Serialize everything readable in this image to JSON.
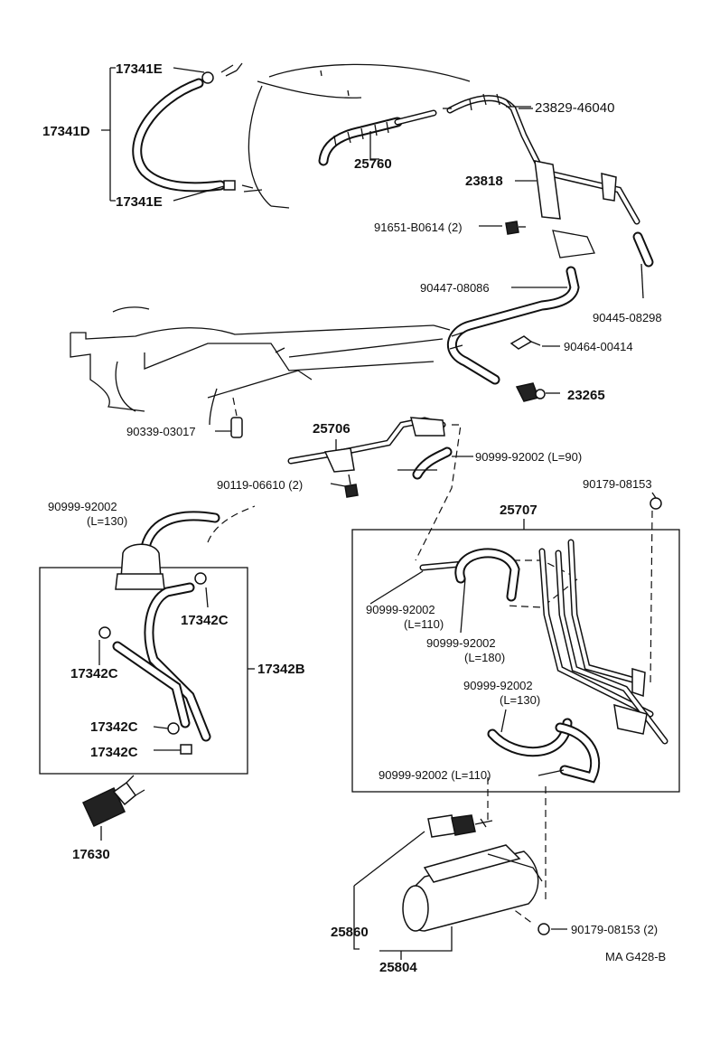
{
  "labels": {
    "p17341E_top": "17341E",
    "p17341D": "17341D",
    "p17341E_bot": "17341E",
    "p25760": "25760",
    "p23829": "23829-46040",
    "p23818": "23818",
    "p91651": "91651-B0614 (2)",
    "p90447": "90447-08086",
    "p90445": "90445-08298",
    "p90464": "90464-00414",
    "p23265": "23265",
    "p90339": "90339-03017",
    "p25706": "25706",
    "p90999_90": "90999-92002 (L=90)",
    "p90119": "90119-06610 (2)",
    "p90179_top": "90179-08153",
    "p25707": "25707",
    "p90999_130a_1": "90999-92002",
    "p90999_130a_2": "(L=130)",
    "p17342C_a": "17342C",
    "p17342C_b": "17342C",
    "p17342B": "17342B",
    "p17342C_c": "17342C",
    "p17342C_d": "17342C",
    "p90999_110a_1": "90999-92002",
    "p90999_110a_2": "(L=110)",
    "p90999_180_1": "90999-92002",
    "p90999_180_2": "(L=180)",
    "p90999_130b_1": "90999-92002",
    "p90999_130b_2": "(L=130)",
    "p90999_110b": "90999-92002 (L=110)",
    "p17630": "17630",
    "p25860": "25860",
    "p25804": "25804",
    "p90179_bot": "90179-08153 (2)",
    "ref": "MA G428-B"
  }
}
